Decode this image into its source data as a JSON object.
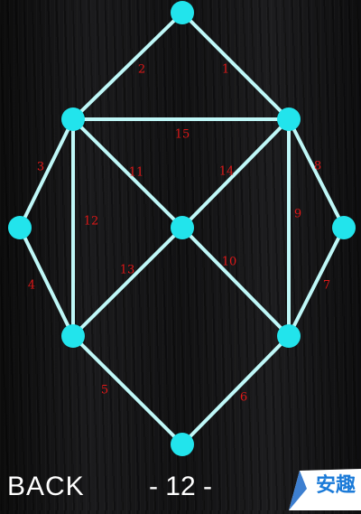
{
  "footer": {
    "back_label": "BACK",
    "level_label": "- 12 -"
  },
  "watermark": {
    "text": "安趣",
    "url": "anqu.com"
  },
  "colors": {
    "edge": "#bff8f8",
    "node": "#22e4ec",
    "label": "#e01818"
  },
  "puzzle": {
    "nodes": [
      {
        "id": "top"
      },
      {
        "id": "upper-left"
      },
      {
        "id": "upper-right"
      },
      {
        "id": "left"
      },
      {
        "id": "center"
      },
      {
        "id": "right"
      },
      {
        "id": "lower-left"
      },
      {
        "id": "lower-right"
      },
      {
        "id": "bottom"
      }
    ],
    "edges": [
      {
        "label": "1",
        "from": "top",
        "to": "upper-right"
      },
      {
        "label": "2",
        "from": "top",
        "to": "upper-left"
      },
      {
        "label": "3",
        "from": "upper-left",
        "to": "left"
      },
      {
        "label": "4",
        "from": "left",
        "to": "lower-left"
      },
      {
        "label": "5",
        "from": "lower-left",
        "to": "bottom"
      },
      {
        "label": "6",
        "from": "bottom",
        "to": "lower-right"
      },
      {
        "label": "7",
        "from": "right",
        "to": "lower-right"
      },
      {
        "label": "8",
        "from": "upper-right",
        "to": "right"
      },
      {
        "label": "9",
        "from": "upper-right",
        "to": "lower-right"
      },
      {
        "label": "10",
        "from": "center",
        "to": "lower-right"
      },
      {
        "label": "11",
        "from": "upper-left",
        "to": "center"
      },
      {
        "label": "12",
        "from": "upper-left",
        "to": "lower-left"
      },
      {
        "label": "13",
        "from": "lower-left",
        "to": "center"
      },
      {
        "label": "14",
        "from": "upper-right",
        "to": "center"
      },
      {
        "label": "15",
        "from": "upper-left",
        "to": "upper-right"
      }
    ]
  }
}
